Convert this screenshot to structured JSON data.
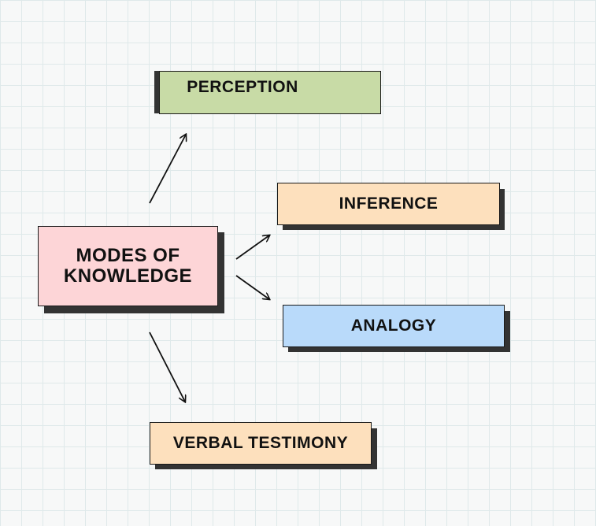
{
  "center": {
    "label_line1": "MODES OF",
    "label_line2": "KNOWLEDGE",
    "color": "#fdd5d7"
  },
  "nodes": [
    {
      "label": "PERCEPTION",
      "color": "#c8dba6"
    },
    {
      "label": "INFERENCE",
      "color": "#fde0bd"
    },
    {
      "label": "ANALOGY",
      "color": "#b9dafa"
    },
    {
      "label": "VERBAL TESTIMONY",
      "color": "#fde0bd"
    }
  ]
}
